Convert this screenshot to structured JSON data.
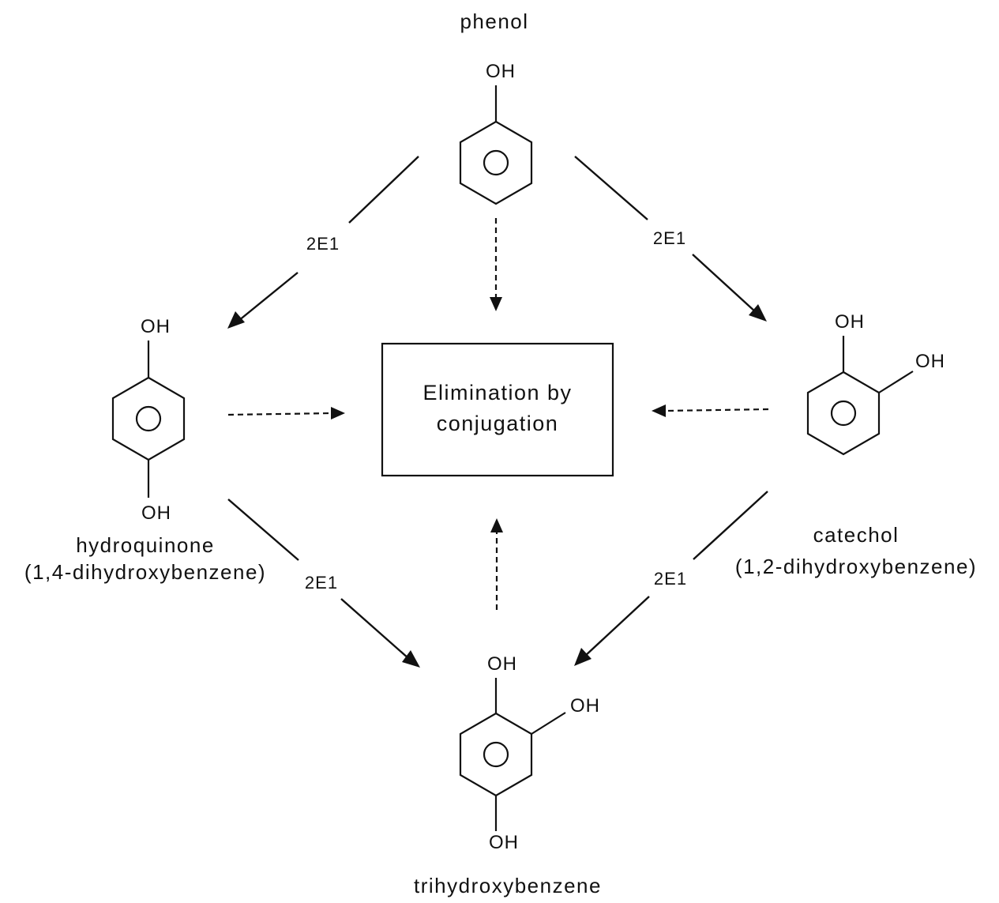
{
  "molecules": {
    "phenol": {
      "name": "phenol",
      "oh": [
        "OH"
      ]
    },
    "hydroquinone": {
      "name": "hydroquinone",
      "systematic": "(1,4-dihydroxybenzene)",
      "oh": [
        "OH",
        "OH"
      ]
    },
    "catechol": {
      "name": "catechol",
      "systematic": "(1,2-dihydroxybenzene)",
      "oh": [
        "OH",
        "OH"
      ]
    },
    "trihydroxybenzene": {
      "name": "trihydroxybenzene",
      "oh": [
        "OH",
        "OH",
        "OH"
      ]
    }
  },
  "center_box": {
    "line1": "Elimination by",
    "line2": "conjugation"
  },
  "enzyme_labels": [
    "2E1",
    "2E1",
    "2E1",
    "2E1"
  ]
}
